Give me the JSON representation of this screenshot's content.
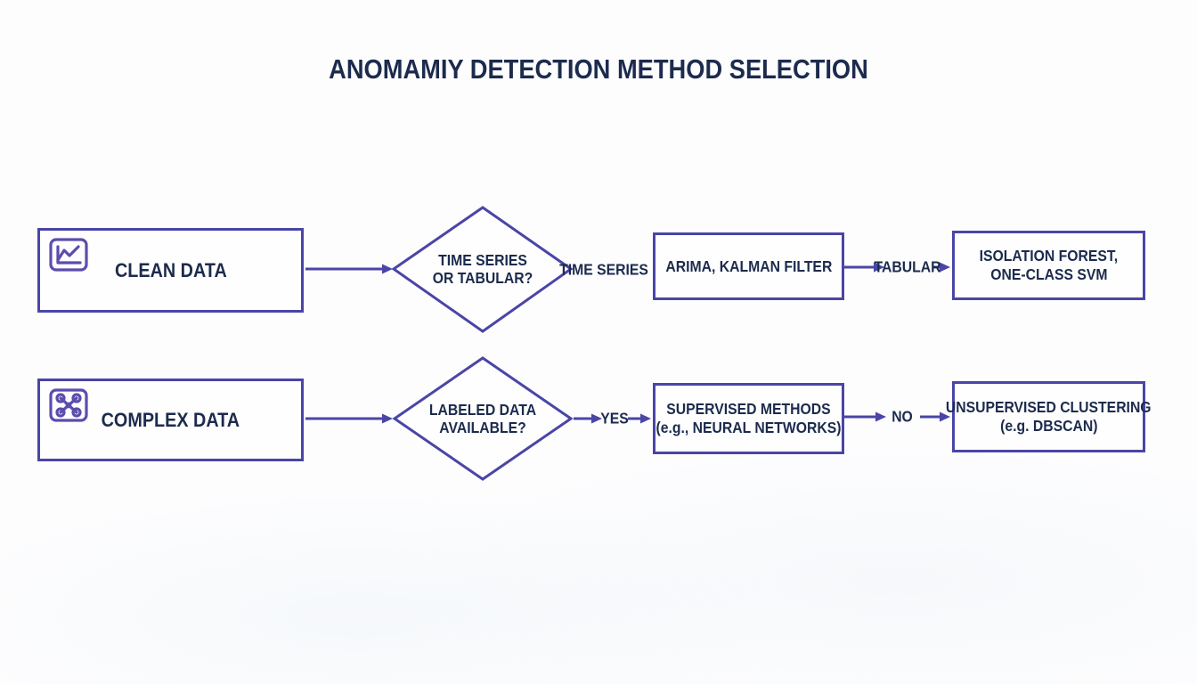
{
  "title": "ANOMAMIY DETECTION METHOD SELECTION",
  "colors": {
    "stroke": "#4a45a6",
    "icon": "#5b4dad",
    "text": "#1c2b4d",
    "bg": "#fdfdfe"
  },
  "rows": [
    {
      "source": {
        "label": "CLEAN DATA",
        "icon": "line-chart-icon"
      },
      "decision": {
        "line1": "TIME SERIES",
        "line2": "OR TABULAR?"
      },
      "branch_a": "TIME SERIES",
      "result_a": {
        "line1": "ARIMA, KALMAN FILTER"
      },
      "branch_b": "TABULAR",
      "result_b": {
        "line1": "ISOLATION FOREST,",
        "line2": "ONE-CLASS SVM"
      }
    },
    {
      "source": {
        "label": "COMPLEX DATA",
        "icon": "network-icon"
      },
      "decision": {
        "line1": "LABELED DATA",
        "line2": "AVAILABLE?"
      },
      "branch_a": "YES",
      "result_a": {
        "line1": "SUPERVISED METHODS",
        "line2": "(e.g., NEURAL NETWORKS)"
      },
      "branch_b": "NO",
      "result_b": {
        "line1": "UNSUPERVISED CLUSTERING",
        "line2": "(e.g. DBSCAN)"
      }
    }
  ]
}
